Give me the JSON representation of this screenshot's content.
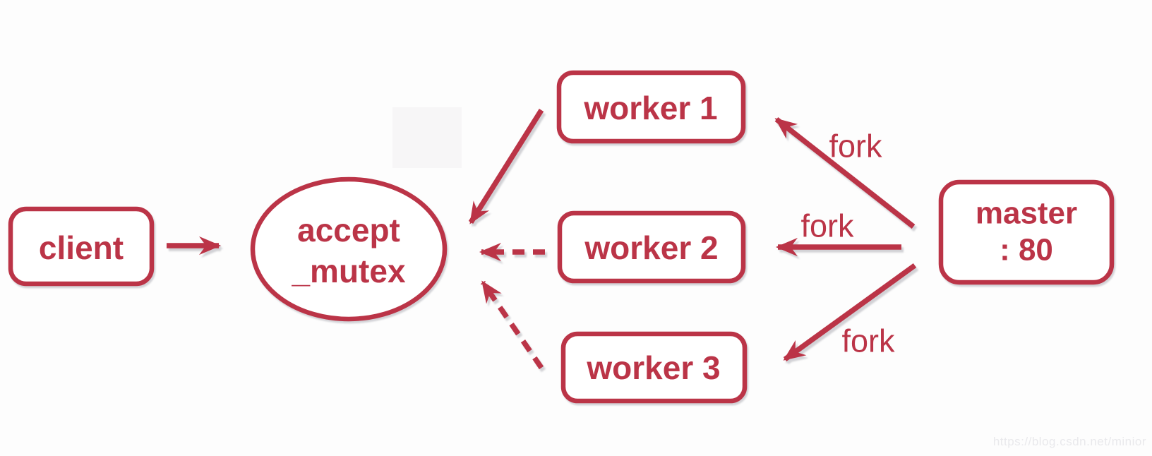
{
  "colors": {
    "accent": "#bb3447",
    "background": "#fdfdfd",
    "watermark": "#e9e9ec"
  },
  "nodes": {
    "client": {
      "label": "client"
    },
    "accept_mutex": {
      "line1": "accept",
      "line2": "_mutex"
    },
    "worker1": {
      "label": "worker 1"
    },
    "worker2": {
      "label": "worker 2"
    },
    "worker3": {
      "label": "worker 3"
    },
    "master": {
      "line1": "master",
      "line2": ": 80"
    }
  },
  "edge_labels": {
    "fork_worker1": "fork",
    "fork_worker2": "fork",
    "fork_worker3": "fork"
  },
  "watermark": {
    "text": "https://blog.csdn.net/minior"
  }
}
